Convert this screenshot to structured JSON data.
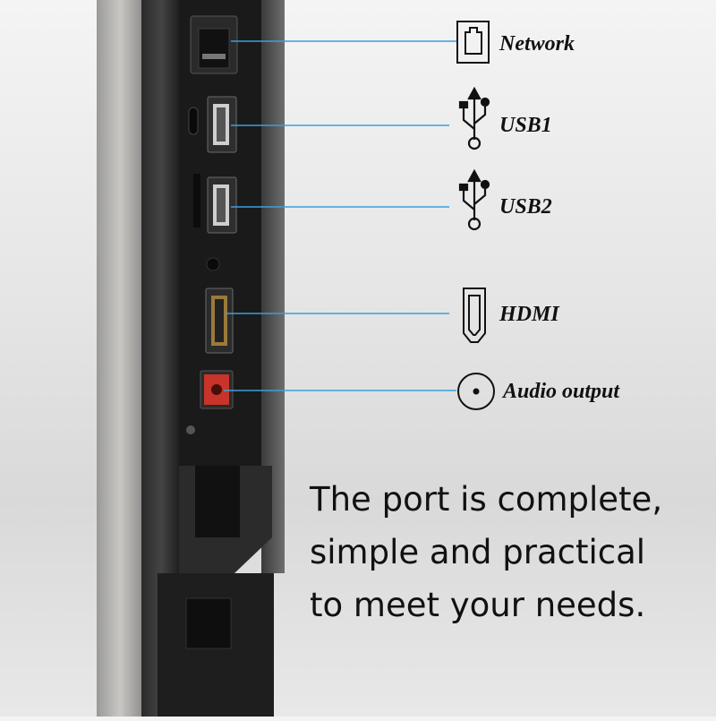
{
  "callouts": [
    {
      "id": "network",
      "label": "Network",
      "icon": "ethernet-port-icon"
    },
    {
      "id": "usb1",
      "label": "USB1",
      "icon": "usb-icon"
    },
    {
      "id": "usb2",
      "label": "USB2",
      "icon": "usb-icon"
    },
    {
      "id": "hdmi",
      "label": "HDMI",
      "icon": "hdmi-port-icon"
    },
    {
      "id": "audio",
      "label": "Audio output",
      "icon": "audio-jack-icon"
    }
  ],
  "tagline": {
    "line1": "The port is complete,",
    "line2": "simple and practical",
    "line3": "to meet your needs."
  },
  "colors": {
    "leader_line": "#3aa0dc",
    "text": "#111111",
    "audio_jack": "#c8332a"
  }
}
